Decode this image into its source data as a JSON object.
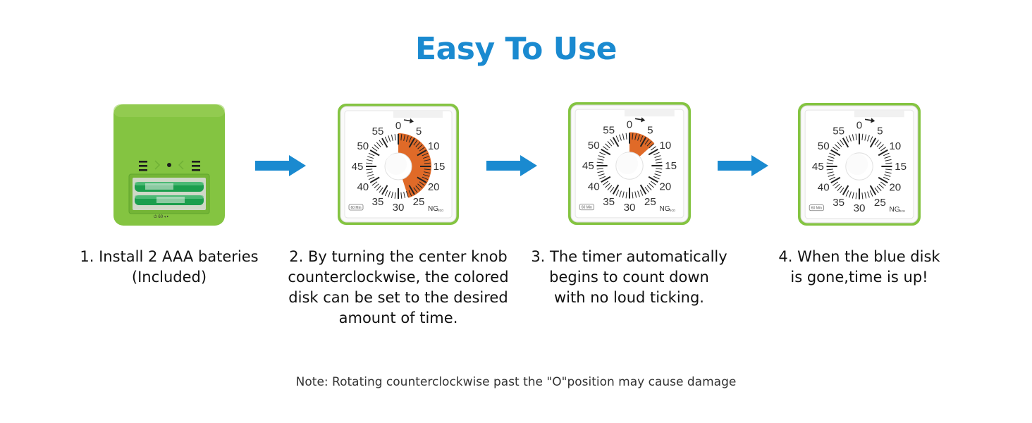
{
  "title": "Easy To Use",
  "colors": {
    "title": "#1a8ad0",
    "arrow": "#1a8ad0",
    "timer_green": "#84c441",
    "timer_green_dark": "#5fa52d",
    "disk": "#e06a28",
    "battery": "#1b9e4d"
  },
  "steps": [
    {
      "caption": "1. Install 2 AAA bateries\n(Included)",
      "image_icon": "battery-compartment-icon"
    },
    {
      "caption": "2. By turning the center knob\ncounterclockwise, the colored\ndisk can be set to the desired\namount of time.",
      "image_icon": "timer-icon",
      "disk_minutes": 27
    },
    {
      "caption": "3. The timer automatically\nbegins to count down\nwith no loud ticking.",
      "image_icon": "timer-icon",
      "disk_minutes": 8
    },
    {
      "caption": "4. When the blue disk\nis gone,time is up!",
      "image_icon": "timer-icon",
      "disk_minutes": 0
    }
  ],
  "dial": {
    "numbers": [
      "0",
      "5",
      "10",
      "15",
      "20",
      "25",
      "30",
      "35",
      "40",
      "45",
      "50",
      "55"
    ],
    "badge": "60 Min",
    "logo": "NG",
    "logo_sub": "eco"
  },
  "note": "Note: Rotating counterclockwise past the \"O\"position may cause damage"
}
